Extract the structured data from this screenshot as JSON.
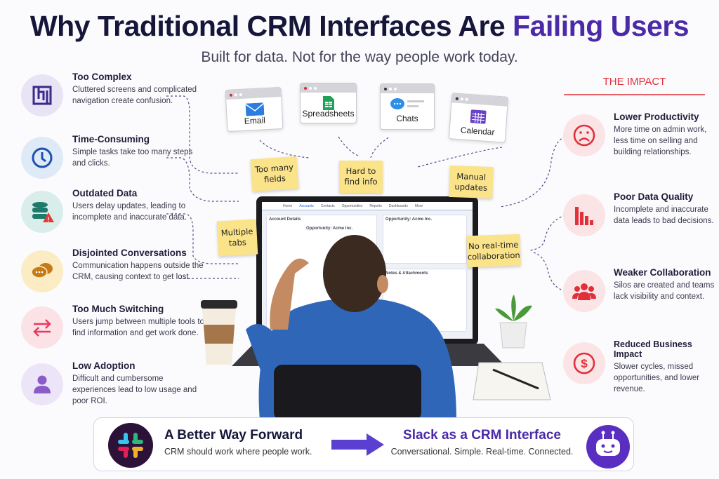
{
  "header": {
    "title_main": "Why Traditional CRM Interfaces Are ",
    "title_accent": "Failing Users",
    "subtitle": "Built for data. Not for the way people work today."
  },
  "problems": [
    {
      "icon": "maze-icon",
      "title": "Too Complex",
      "body": "Cluttered screens and complicated navigation create confusion."
    },
    {
      "icon": "clock-icon",
      "title": "Time-Consuming",
      "body": "Simple tasks take too many steps and clicks."
    },
    {
      "icon": "database-warning-icon",
      "title": "Outdated Data",
      "body": "Users delay updates, leading to incomplete and inaccurate data."
    },
    {
      "icon": "chat-bubbles-icon",
      "title": "Disjointed Conversations",
      "body": "Communication happens outside the CRM, causing context to get lost."
    },
    {
      "icon": "switch-arrows-icon",
      "title": "Too Much Switching",
      "body": "Users jump between multiple tools to find information and get work done."
    },
    {
      "icon": "user-icon",
      "title": "Low Adoption",
      "body": "Difficult and cumbersome experiences lead to low usage and poor ROI."
    }
  ],
  "impact": {
    "heading": "THE IMPACT",
    "items": [
      {
        "icon": "sad-face-icon",
        "title": "Lower Productivity",
        "body": "More time on admin work, less time on selling and building relationships."
      },
      {
        "icon": "declining-bars-icon",
        "title": "Poor Data Quality",
        "body": "Incomplete and inaccurate data leads to bad decisions."
      },
      {
        "icon": "team-icon",
        "title": "Weaker Collaboration",
        "body": "Silos are created and teams lack visibility and context."
      },
      {
        "icon": "dollar-icon",
        "title": "Reduced Business Impact",
        "body": "Slower cycles, missed opportunities, and lower revenue."
      }
    ]
  },
  "tools": [
    "Email",
    "Spreadsheets",
    "Chats",
    "Calendar"
  ],
  "notes": [
    "Too many fields",
    "Hard to find info",
    "Manual updates",
    "Multiple tabs",
    "No real-time collaboration"
  ],
  "crm_screen": {
    "nav": [
      "Home",
      "Accounts",
      "Contacts",
      "Opportunities",
      "Reports",
      "Dashboards",
      "More"
    ],
    "panels": [
      "Account Details",
      "Opportunity: Acme Inc.",
      "Opportunity: Acme Inc.",
      "Notes & Attachments"
    ]
  },
  "footer": {
    "left_title": "A Better Way Forward",
    "left_sub": "CRM should work where people work.",
    "right_title": "Slack as a CRM Interface",
    "right_sub": "Conversational. Simple. Real-time. Connected."
  },
  "colors": {
    "accent": "#4b2aa8",
    "impact_red": "#e0303a",
    "title": "#16163a"
  }
}
